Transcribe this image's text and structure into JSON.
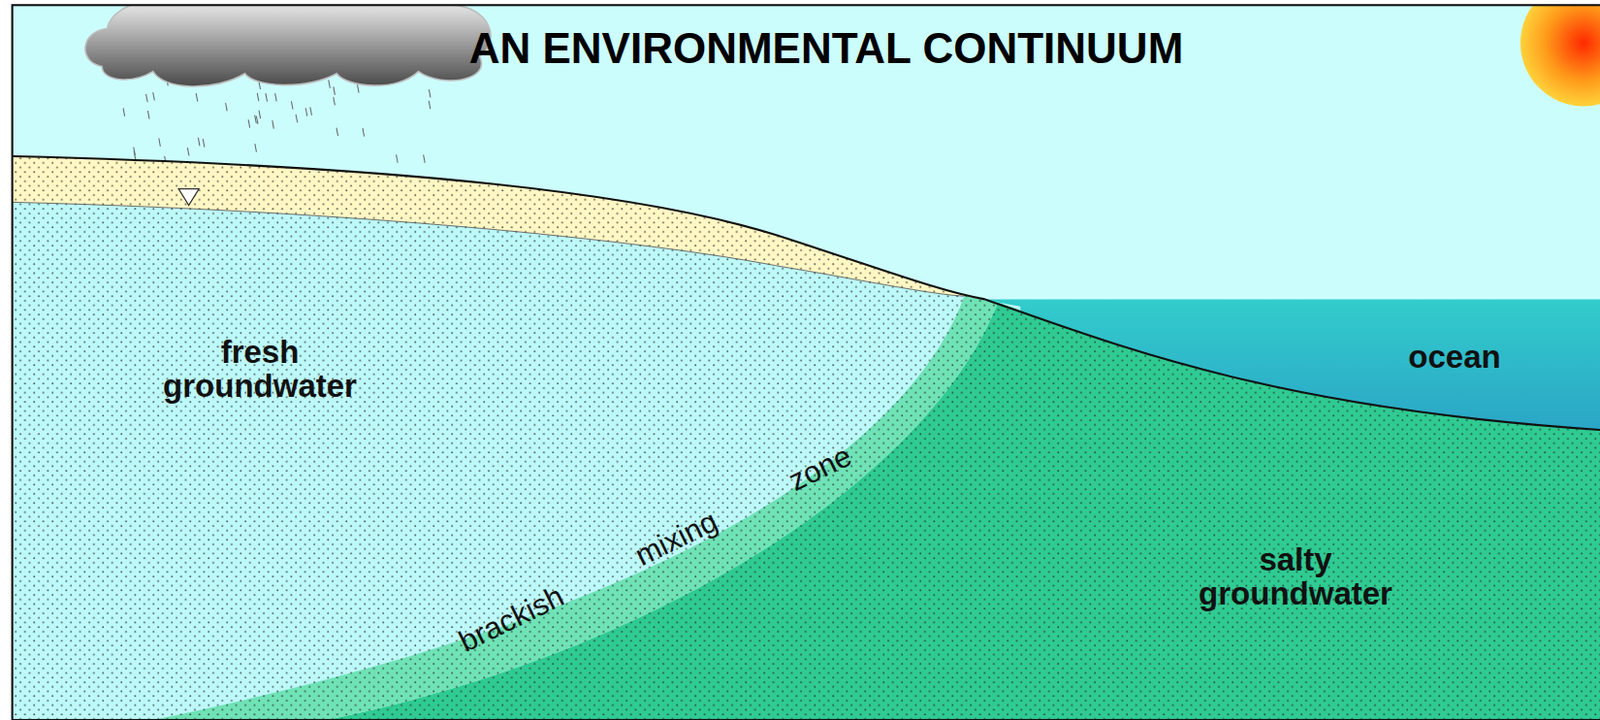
{
  "diagram": {
    "title": "AN ENVIRONMENTAL CONTINUUM",
    "labels": [
      "fresh groundwater",
      "ocean",
      "brackish mixing zone",
      "salty groundwater"
    ]
  }
}
